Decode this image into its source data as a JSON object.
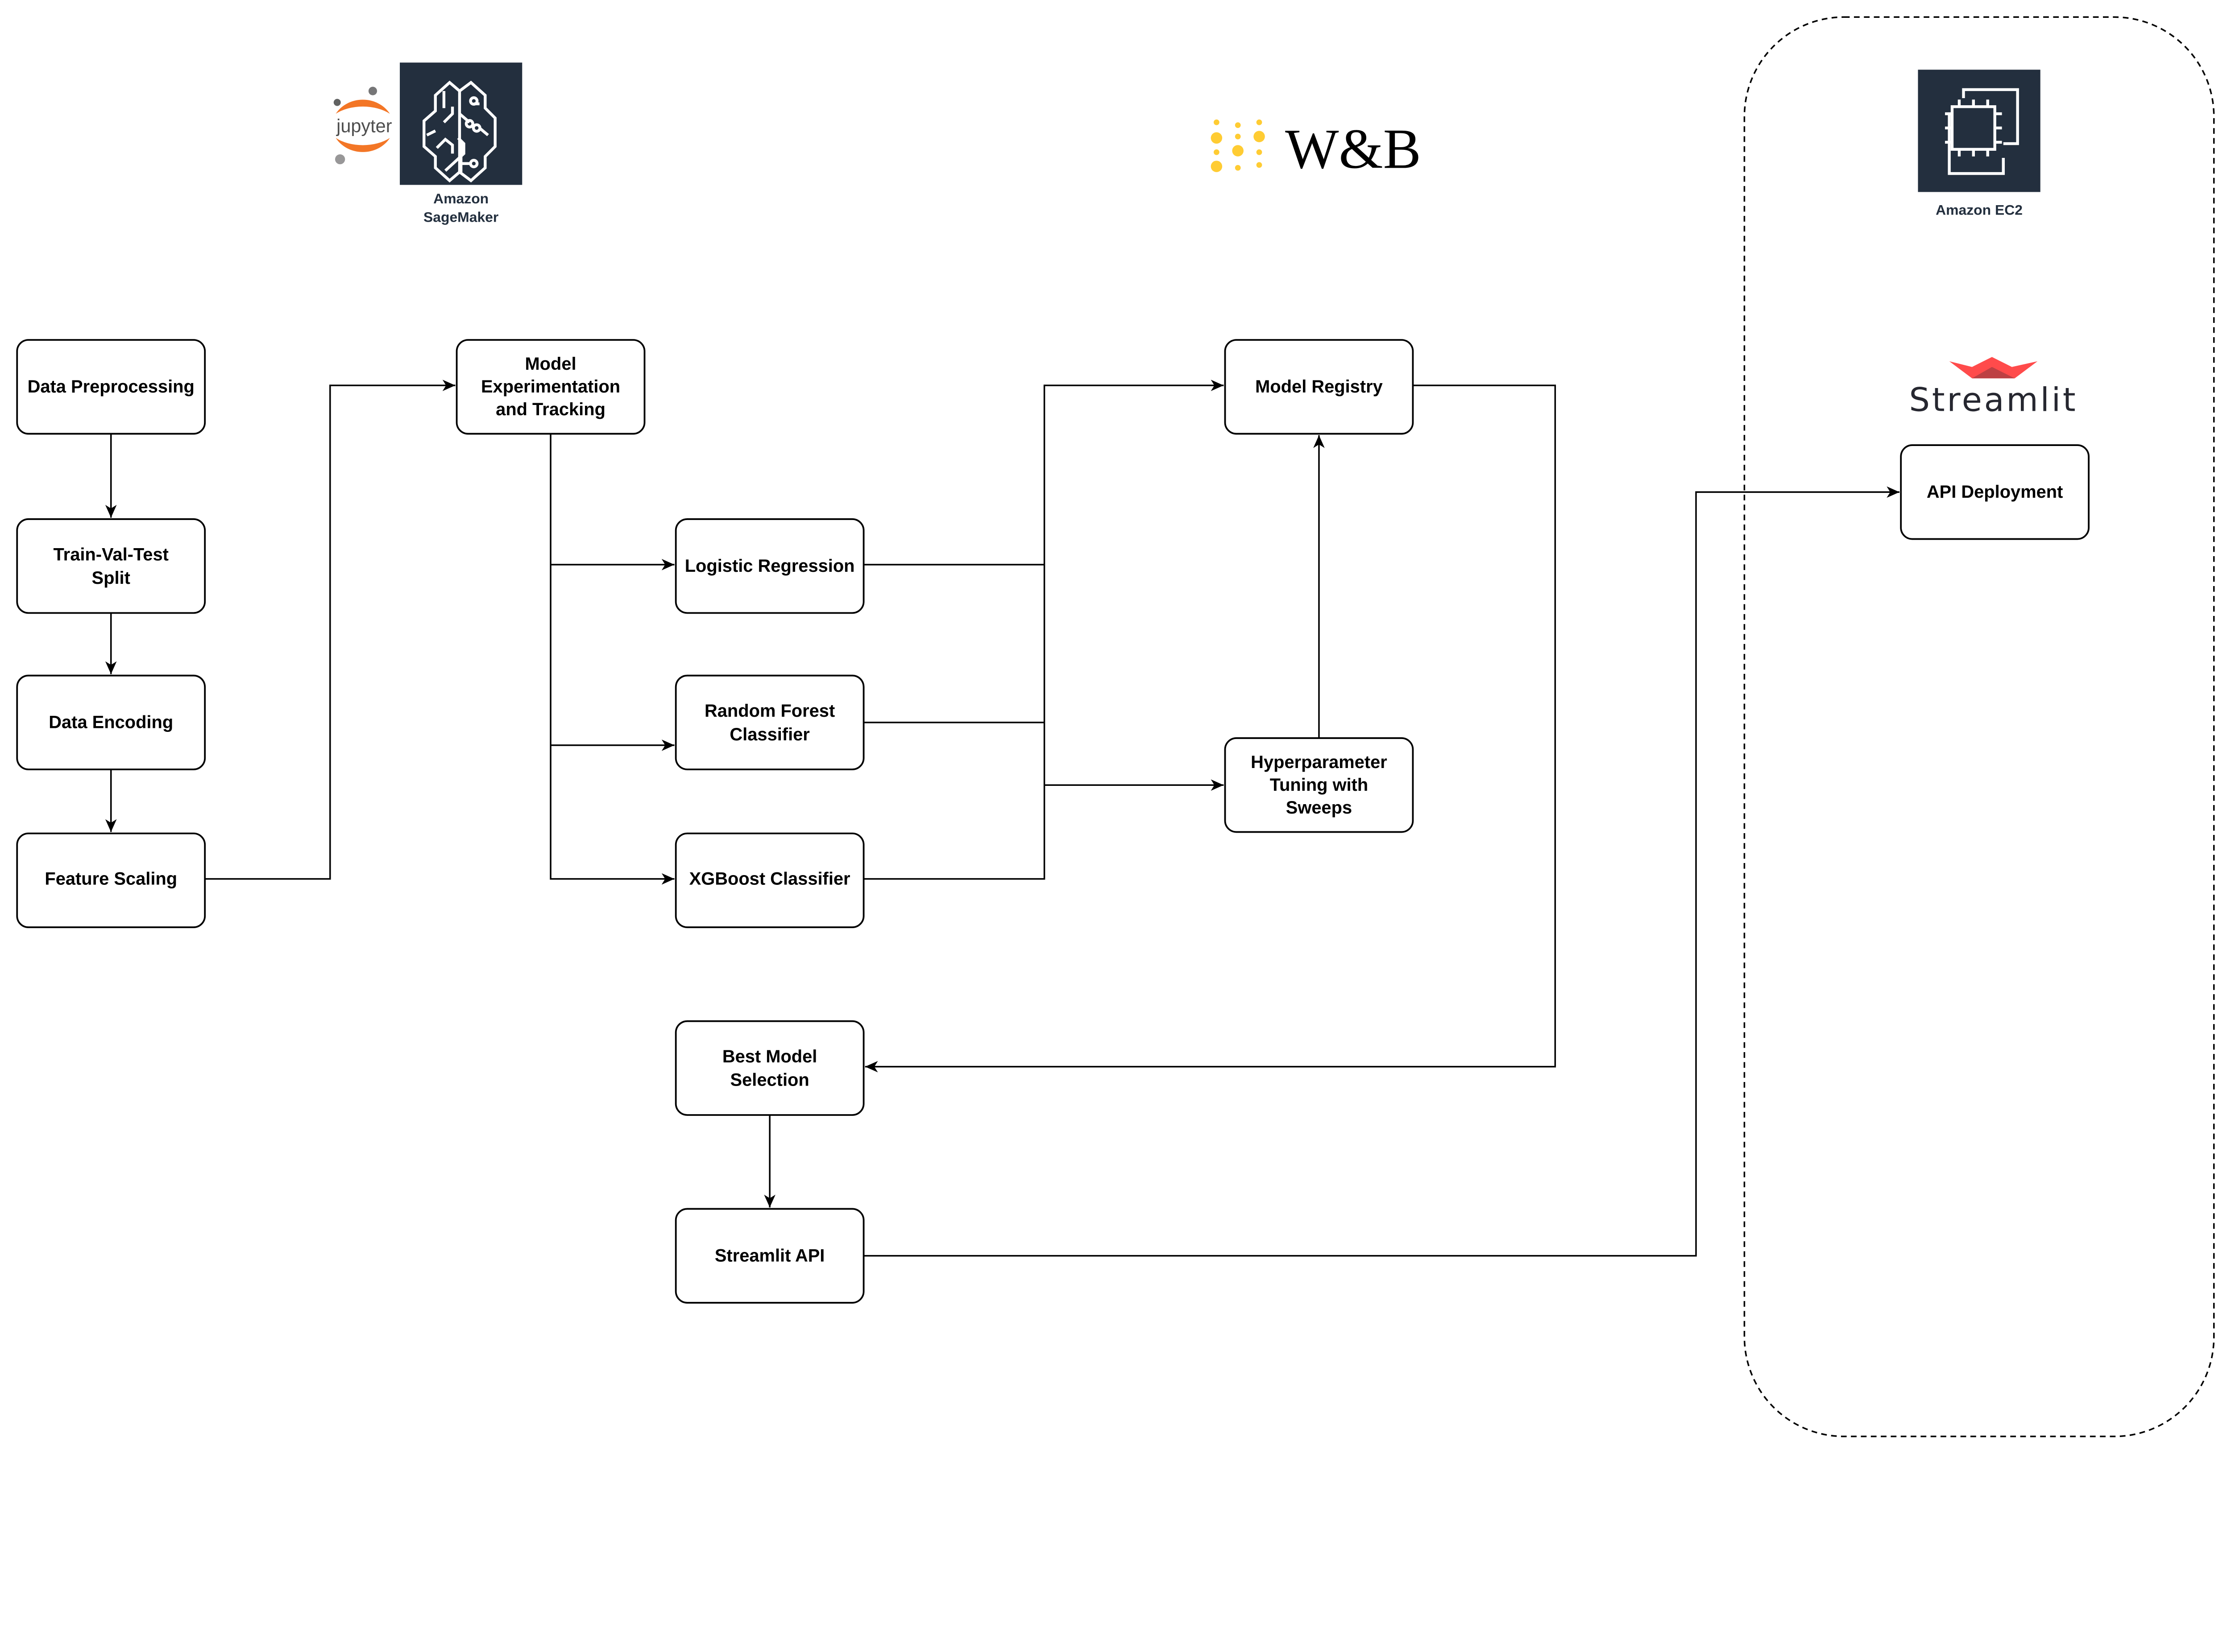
{
  "nodes": {
    "data_preprocessing": [
      "Data Preprocessing"
    ],
    "train_val_test": [
      "Train-Val-Test",
      "Split"
    ],
    "data_encoding": [
      "Data Encoding"
    ],
    "feature_scaling": [
      "Feature Scaling"
    ],
    "model_experimentation": [
      "Model",
      "Experimentation",
      "and Tracking"
    ],
    "logistic_regression": [
      "Logistic Regression"
    ],
    "random_forest": [
      "Random Forest",
      "Classifier"
    ],
    "xgboost": [
      "XGBoost Classifier"
    ],
    "model_registry": [
      "Model Registry"
    ],
    "hyperparameter_tuning": [
      "Hyperparameter",
      "Tuning with",
      "Sweeps"
    ],
    "best_model_selection": [
      "Best Model",
      "Selection"
    ],
    "streamlit_api": [
      "Streamlit API"
    ],
    "api_deployment": [
      "API Deployment"
    ]
  },
  "logos": {
    "jupyter": "jupyter",
    "sagemaker": [
      "Amazon",
      "SageMaker"
    ],
    "wandb": "W&B",
    "ec2": "Amazon EC2",
    "streamlit": "Streamlit"
  },
  "colors": {
    "aws_dark": "#232f3e",
    "jupyter_orange": "#f37626",
    "wandb_yellow": "#ffcc33",
    "streamlit_red": "#ff4b4b"
  }
}
